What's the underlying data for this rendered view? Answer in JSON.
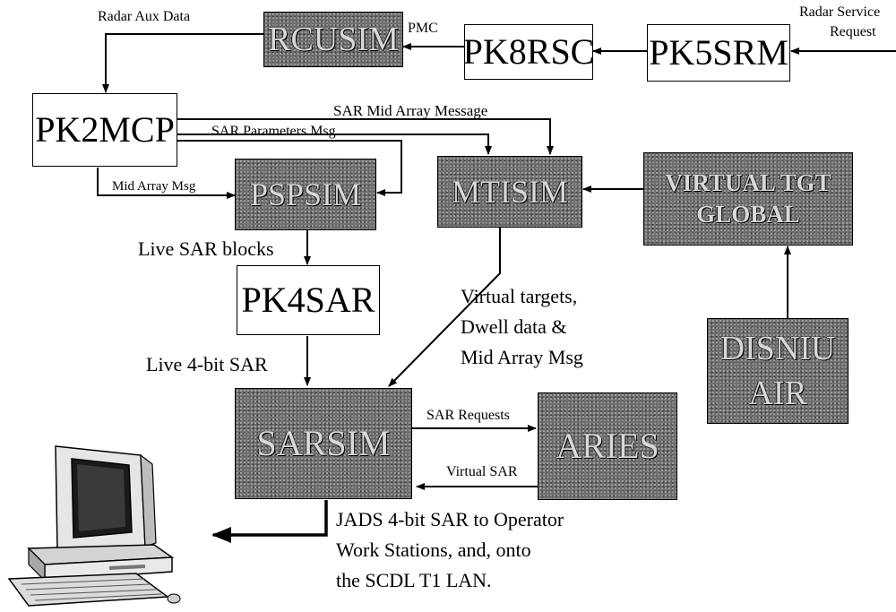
{
  "boxes": {
    "rcusim": "RCUSIM",
    "pk8rsc": "PK8RSC",
    "pk5srm": "PK5SRM",
    "pk2mcp": "PK2MCP",
    "pspsim": "PSPSIM",
    "mtisim": "MTISIM",
    "virtual_tgt_line1": "VIRTUAL TGT",
    "virtual_tgt_line2": "GLOBAL",
    "pk4sar": "PK4SAR",
    "disniu_line1": "DISNIU",
    "disniu_line2": "AIR",
    "sarsim": "SARSIM",
    "aries": "ARIES"
  },
  "labels": {
    "radar_aux_data": "Radar Aux Data",
    "pmc": "PMC",
    "radar_service_line1": "Radar Service",
    "radar_service_line2": "Request",
    "sar_mid_array_message": "SAR Mid Array Message",
    "sar_parameters_msg": "SAR Parameters Msg",
    "mid_array_msg": "Mid Array Msg",
    "live_sar_blocks": "Live SAR blocks",
    "virtual_targets_line1": "Virtual  targets,",
    "virtual_targets_line2": "Dwell data &",
    "virtual_targets_line3": "Mid Array Msg",
    "live_4bit_sar": "Live 4-bit SAR",
    "sar_requests": "SAR Requests",
    "virtual_sar": "Virtual SAR",
    "jads_line1": "JADS 4-bit SAR to Operator",
    "jads_line2": "Work Stations, and, onto",
    "jads_line3": "the SCDL T1 LAN."
  },
  "icons": {
    "workstation": "computer-workstation-icon"
  },
  "colors": {
    "dark_box": "#6f6f6f",
    "line": "#000000"
  }
}
